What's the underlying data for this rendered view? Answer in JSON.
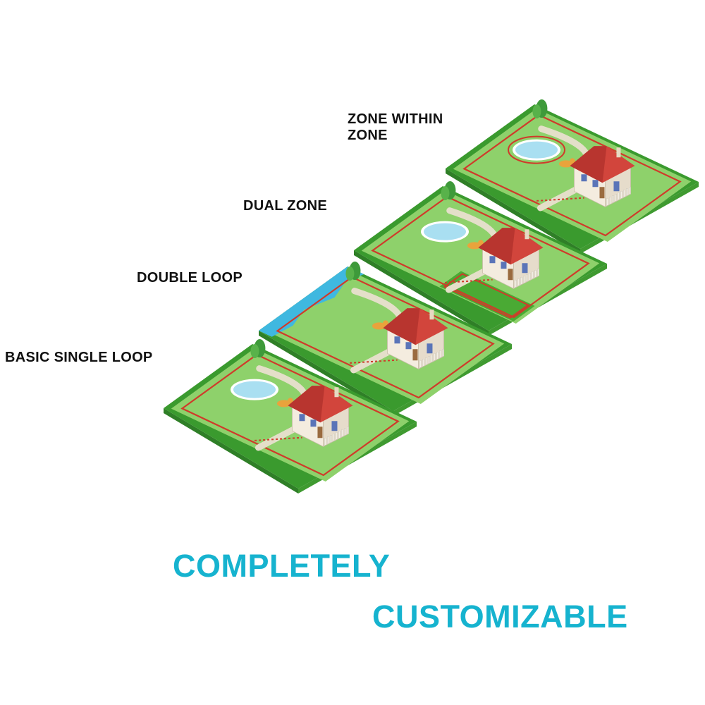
{
  "labels": {
    "zone_within_zone": "ZONE WITHIN\nZONE",
    "dual_zone": "DUAL ZONE",
    "double_loop": "DOUBLE LOOP",
    "basic_single_loop": "BASIC SINGLE LOOP"
  },
  "headline": {
    "line1": "COMPLETELY",
    "line2": "CUSTOMIZABLE"
  },
  "colors": {
    "accent": "#16b3cf",
    "label_text": "#111111",
    "grass": "#8ed16b",
    "grass_border": "#3a9a2e",
    "wire": "#d03a2a",
    "roof": "#d2453c",
    "wall": "#f4ecdf",
    "window": "#5a74b8",
    "pond": "#a9dff1",
    "river": "#3fb8e0",
    "path": "#e4dfc9",
    "dog": "#e9a33c",
    "tree": "#3e9a3a"
  },
  "diagram": {
    "yards": [
      {
        "id": "basic-single-loop",
        "pond": true,
        "river": false,
        "inner_zone": false,
        "front_loop": false,
        "lawn_strip": false
      },
      {
        "id": "double-loop",
        "pond": false,
        "river": true,
        "inner_zone": false,
        "front_loop": false,
        "lawn_strip": false
      },
      {
        "id": "dual-zone",
        "pond": true,
        "river": false,
        "inner_zone": false,
        "front_loop": true,
        "lawn_strip": true
      },
      {
        "id": "zone-within-zone",
        "pond": true,
        "river": false,
        "inner_zone": true,
        "front_loop": false,
        "lawn_strip": false
      }
    ]
  }
}
